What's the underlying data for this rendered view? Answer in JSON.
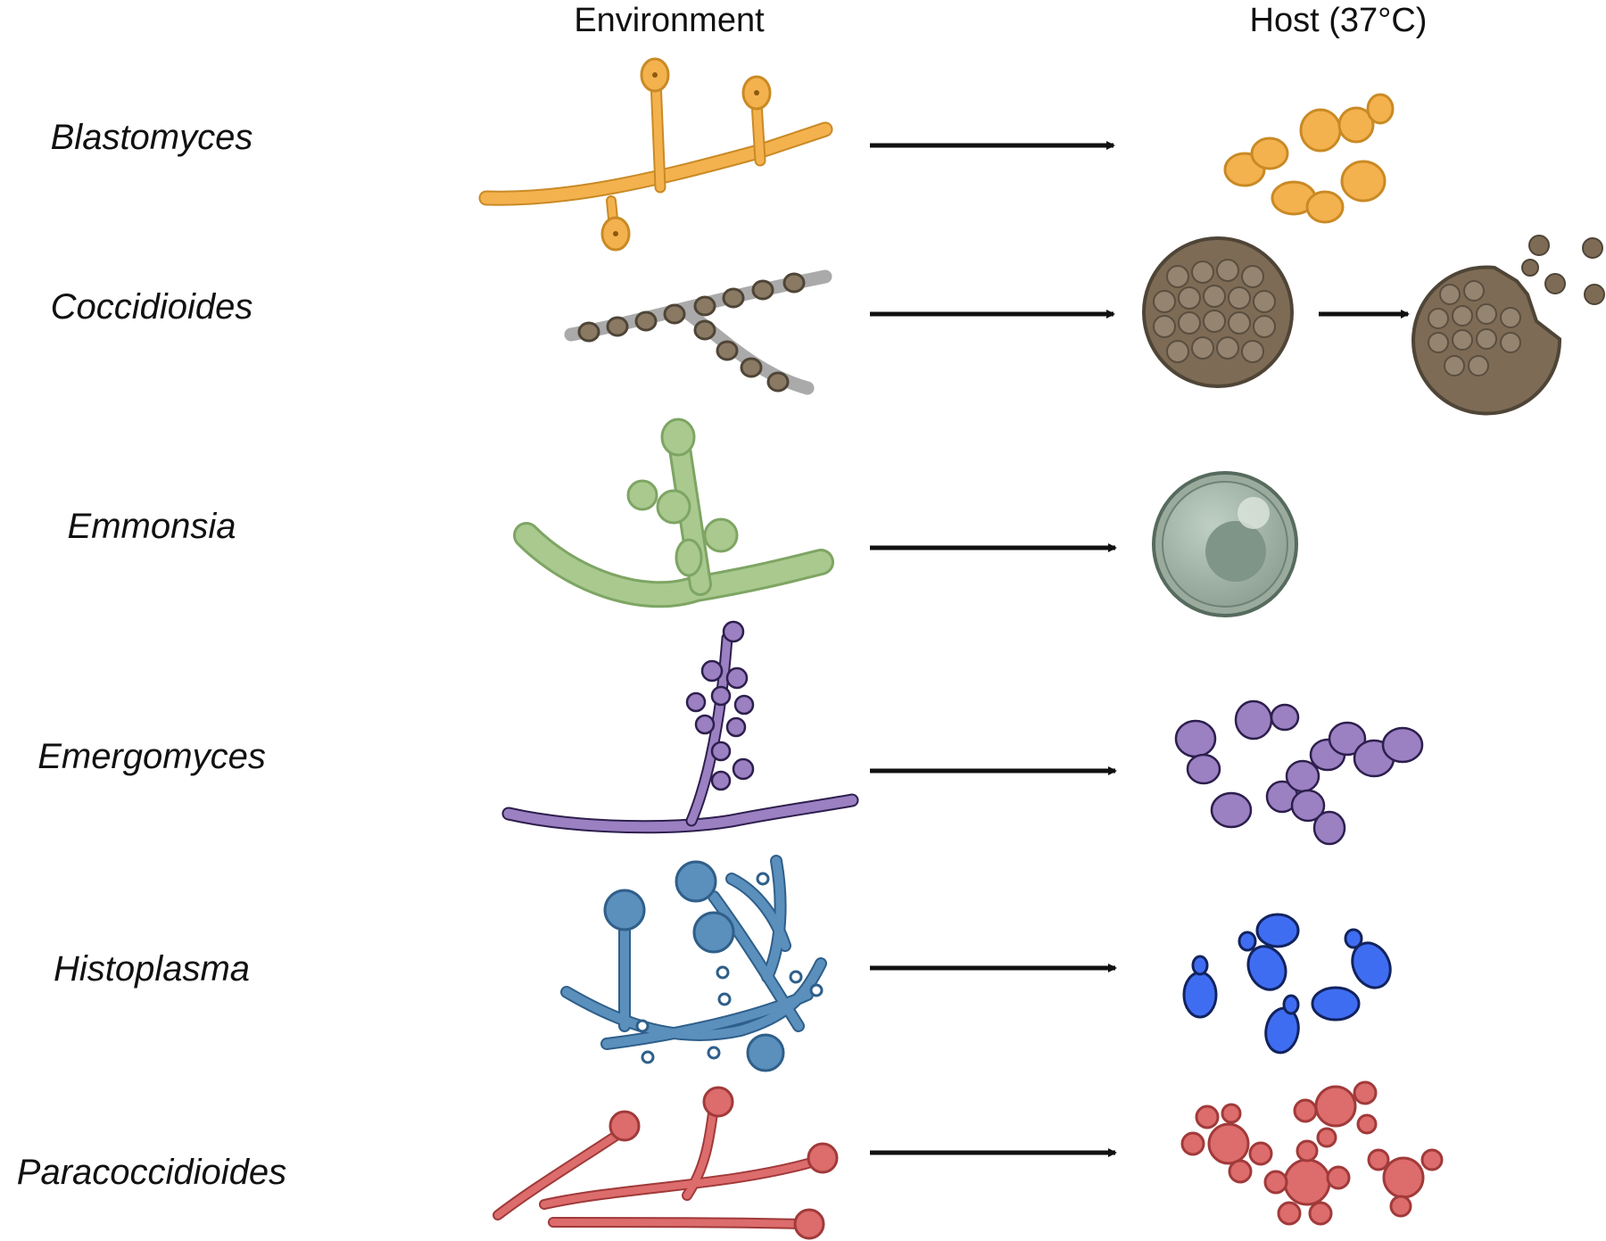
{
  "headers": {
    "environment": "Environment",
    "host": "Host (37°C)"
  },
  "species": [
    {
      "name": "Blastomyces",
      "color": "#f4b24f"
    },
    {
      "name": "Coccidioides",
      "color": "#7d6b55"
    },
    {
      "name": "Emmonsia",
      "color": "#a9c98f"
    },
    {
      "name": "Emergomyces",
      "color": "#9b80c2"
    },
    {
      "name": "Histoplasma",
      "color": "#5b8fbc"
    },
    {
      "name": "Paracoccidioides",
      "color": "#dd6c6c"
    }
  ],
  "colors": {
    "arrow": "#111111",
    "blasto_fill": "#f4b24f",
    "blasto_stroke": "#c98a25",
    "cocci_fill": "#8a7a64",
    "cocci_stroke": "#4f4537",
    "emmon_fill": "#a9c98f",
    "emmon_stroke": "#7ea563",
    "emmon_sphere": "#9aab9e",
    "emmon_sphere_stroke": "#566b5d",
    "emerg_fill": "#9b80c2",
    "emerg_stroke": "#2d1f4d",
    "histo_fill": "#5b8fbc",
    "histo_stroke": "#2f5f8a",
    "histo_yeast": "#3f6df2",
    "histo_yeast_stroke": "#12235e",
    "para_fill": "#dd6c6c",
    "para_stroke": "#a13a3a"
  }
}
